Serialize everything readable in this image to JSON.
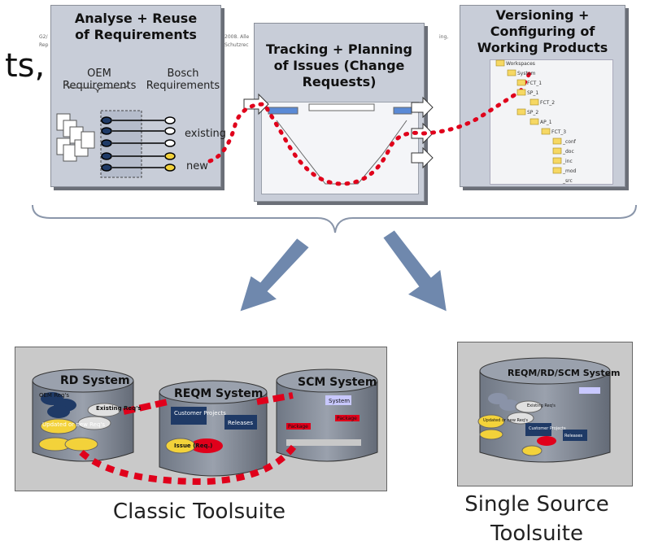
{
  "partial_text": "ts,",
  "faint_header": {
    "left_line1": "G2/",
    "left_line2": "Rep",
    "mid_line1": "2008. Alle",
    "mid_line2": "Schutzrec",
    "right_line1": "ing,"
  },
  "panels": {
    "analyse": {
      "title": "Analyse + Reuse of Requirements",
      "oem_label": "OEM Requirements",
      "bosch_label": "Bosch Requirements",
      "existing_label": "existing",
      "new_label": "new"
    },
    "tracking": {
      "title": "Tracking + Planning of Issues (Change Requests)"
    },
    "versioning": {
      "title": "Versioning + Configuring of Working Products",
      "tree": [
        "Workspaces",
        "System",
        "FCT_1",
        "SP_1",
        "FCT_2",
        "SP_2",
        "AP_1",
        "FCT_3",
        "_conf",
        "_doc",
        "_inc",
        "_mod",
        "_src"
      ]
    }
  },
  "classic": {
    "caption": "Classic Toolsuite",
    "rd": {
      "title": "RD System",
      "oem": "OEM Req's",
      "existing": "Existing Req's",
      "updated": "Updated or new Req's"
    },
    "reqm": {
      "title": "REQM System",
      "projects": "Customer Projects",
      "releases": "Releases",
      "issue": "Issue (Req.)"
    },
    "scm": {
      "title": "SCM System",
      "system": "System",
      "package1": "Package",
      "package2": "Package"
    }
  },
  "single": {
    "caption": "Single Source Toolsuite",
    "title": "REQM/RD/SCM System",
    "existing": "Existing Req's",
    "updated": "Updated or new Req's",
    "projects": "Customer Projects",
    "releases": "Releases"
  },
  "colors": {
    "panel": "#c8cdd8",
    "arrow": "#6f88ad",
    "red": "#e0001b",
    "navy": "#1f3a66",
    "yellow": "#f3d23a"
  }
}
